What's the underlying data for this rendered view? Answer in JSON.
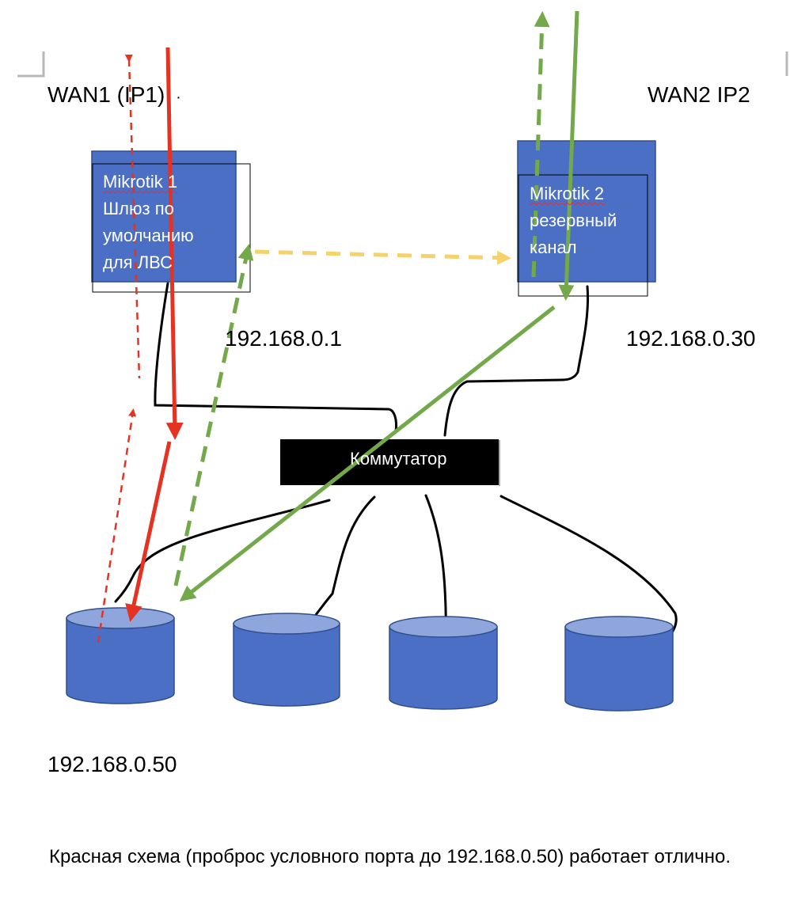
{
  "wan1": {
    "label": "WAN1 (IP1)",
    "marker": "·"
  },
  "wan2": {
    "label": "WAN2 IP2"
  },
  "router1": {
    "lines": [
      "Mikrotik 1",
      "Шлюз по",
      "умолчанию",
      "для ЛВС"
    ],
    "ip": "192.168.0.1"
  },
  "router2": {
    "lines": [
      "Mikrotik 2",
      "резервный",
      "канал"
    ],
    "ip": "192.168.0.30"
  },
  "switch": {
    "label": "Коммутатор"
  },
  "hosts": {
    "target_ip": "192.168.0.50"
  },
  "caption": "Красная схема (проброс условного порта до 192.168.0.50)  работает отлично.",
  "colors": {
    "box_fill": "#4A6FC4",
    "box_border": "#2F4E8C",
    "cylinder_top": "#8FA6DC",
    "red_arrow": "#E53323",
    "green_arrow": "#73A94A",
    "yellow_arrow": "#F5D26B",
    "switch_fill": "#000000"
  }
}
